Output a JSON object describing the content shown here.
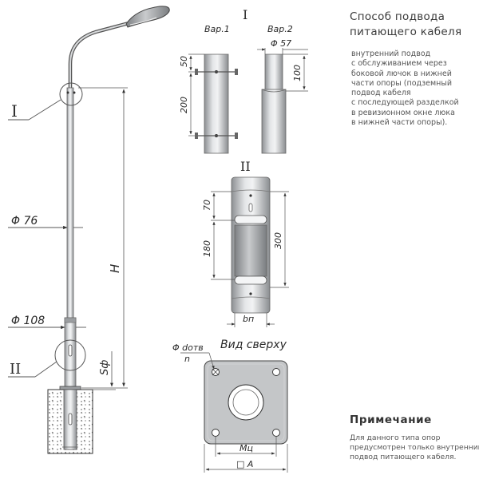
{
  "section": {
    "title_lines": [
      "Способ подвода",
      "питающего кабеля"
    ],
    "body_lines": [
      "внутренний подвод",
      "с обслуживанием через",
      "боковой лючок в нижней",
      "части опоры (подземный",
      "подвод кабеля",
      "с последующей разделкой",
      "в ревизионном окне люка",
      "в нижней части опоры)."
    ]
  },
  "note": {
    "title": "Примечание",
    "body_lines": [
      "Для данного типа опор",
      "предусмотрен только внутренний",
      "подвод питающего кабеля."
    ]
  },
  "pole": {
    "callout_I": "I",
    "callout_II": "II",
    "dia_upper": "Φ 76",
    "dia_lower": "Φ 108",
    "height_label": "H",
    "depth_label": "Sф"
  },
  "detail_I": {
    "label": "I",
    "var1": "Вар.1",
    "var2": "Вар.2",
    "dim_50": "50",
    "dim_200": "200",
    "dim_d57": "Φ 57",
    "dim_100": "100"
  },
  "detail_II": {
    "label": "II",
    "dim_70": "70",
    "dim_180": "180",
    "dim_300": "300",
    "dim_bn": "bп"
  },
  "top_view": {
    "title": "Вид сверху",
    "hole_dia": "Φ dотв",
    "hole_count": "n",
    "dim_m": "Mц",
    "dim_a": "□ A"
  }
}
